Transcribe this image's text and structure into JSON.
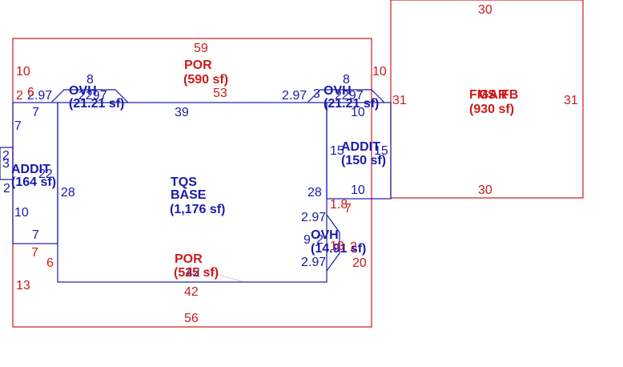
{
  "colors": {
    "red": "#cc1a1a",
    "blue": "#1a1aaa"
  },
  "areas": {
    "tqs_base": {
      "line1": "TQS",
      "line2": "BASE",
      "area": "(1,176 sf)"
    },
    "por_top": {
      "name": "POR",
      "area": "(590 sf)"
    },
    "por_bottom": {
      "name": "POR",
      "area": "(525 sf)"
    },
    "addit_left": {
      "name": "ADDIT",
      "area": "(164 sf)"
    },
    "addit_right": {
      "name": "ADDIT",
      "area": "(150 sf)"
    },
    "ovh_left": {
      "name": "OVH",
      "area": "(21.21 sf)"
    },
    "ovh_right_top": {
      "name": "OVH",
      "area": "(21.21 sf)"
    },
    "ovh_right_mid": {
      "name": "OVH",
      "area": "(14.91 sf)"
    },
    "garage": {
      "name1": "FMS",
      "name2": "GAR",
      "name3": "FB",
      "area": "(930 sf)"
    }
  },
  "dims": {
    "d59": "59",
    "d10a": "10",
    "d6a": "6",
    "d2a": "2",
    "d297a": "2.97",
    "d7a": "7",
    "d8a": "8",
    "d2297a": "2297",
    "d53": "53",
    "d39": "39",
    "d297b": "2.97",
    "d3a": "3",
    "d8b": "8",
    "d2297b": "2297",
    "d10b": "10",
    "d10c": "10",
    "d31a": "31",
    "d30a": "30",
    "d31b": "31",
    "d30b": "30",
    "d7b": "7",
    "d2b": "2",
    "d3b": "3",
    "d22": "22",
    "d2c": "2",
    "d28a": "28",
    "d10d": "10",
    "d7c": "7",
    "d7d": "7",
    "d6b": "6",
    "d13": "13",
    "d15a": "15",
    "d15b": "15",
    "d28b": "28",
    "d10e": "10",
    "d18": "1.8",
    "d7e": "7",
    "d297c": "2.97",
    "d9": "9",
    "d2d": "2",
    "d10f": "10",
    "d2e": "2",
    "d20": "20",
    "d297d": "2.97",
    "d42a": "42",
    "d42b": "42",
    "d56": "56"
  }
}
